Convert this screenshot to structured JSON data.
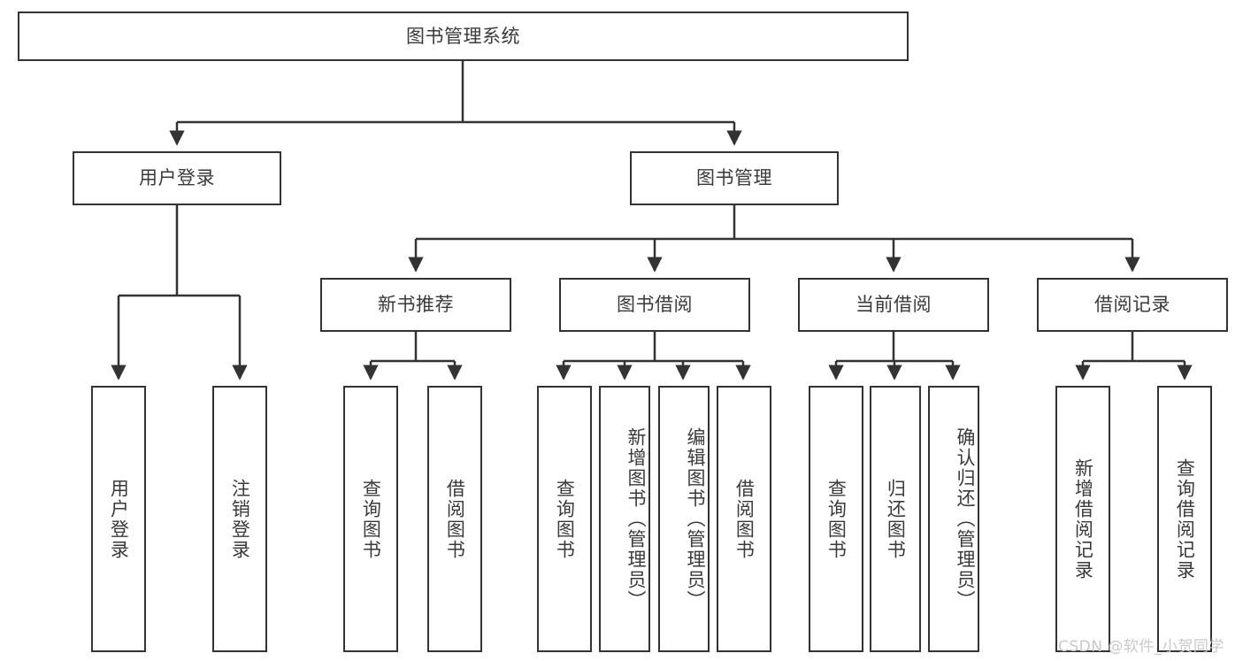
{
  "diagram": {
    "title": "图书管理系统",
    "type": "hierarchy-tree",
    "background_color": "#ffffff",
    "line_color": "#333333",
    "text_color": "#3a3a3a",
    "root": {
      "label": "图书管理系统"
    },
    "level2": [
      {
        "label": "用户登录"
      },
      {
        "label": "图书管理"
      }
    ],
    "level3": [
      {
        "label": "新书推荐"
      },
      {
        "label": "图书借阅"
      },
      {
        "label": "当前借阅"
      },
      {
        "label": "借阅记录"
      }
    ],
    "leaves": {
      "user_login": [
        {
          "label": "用户登录"
        },
        {
          "label": "注销登录"
        }
      ],
      "new_book_recommend": [
        {
          "label": "查询图书"
        },
        {
          "label": "借阅图书"
        }
      ],
      "book_borrow": [
        {
          "label": "查询图书"
        },
        {
          "label": "新增图书（管理员）"
        },
        {
          "label": "编辑图书（管理员）"
        },
        {
          "label": "借阅图书"
        }
      ],
      "current_borrow": [
        {
          "label": "查询图书"
        },
        {
          "label": "归还图书"
        },
        {
          "label": "确认归还（管理员）"
        }
      ],
      "borrow_record": [
        {
          "label": "新增借阅记录"
        },
        {
          "label": "查询借阅记录"
        }
      ]
    }
  },
  "watermark": {
    "text": "CSDN @软件_小贺同学"
  }
}
